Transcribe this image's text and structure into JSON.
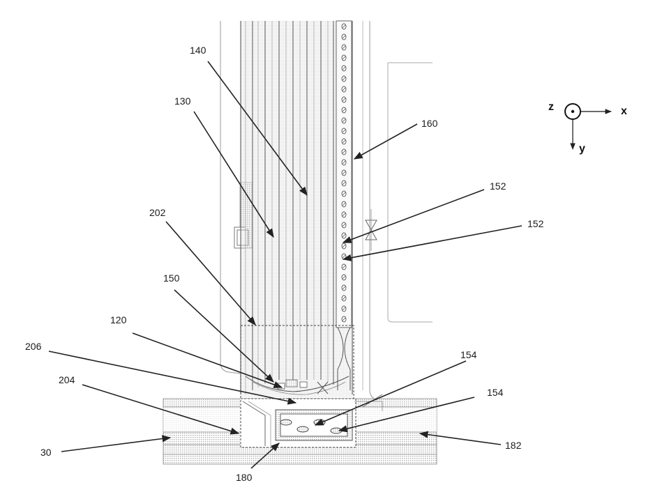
{
  "labels": {
    "l140": "140",
    "l130": "130",
    "l160": "160",
    "l152a": "152",
    "l152b": "152",
    "l202": "202",
    "l150": "150",
    "l120": "120",
    "l206": "206",
    "l204": "204",
    "l154a": "154",
    "l154b": "154",
    "l30": "30",
    "l182": "182",
    "l180": "180"
  },
  "axes": {
    "z": "z",
    "x": "x",
    "y": "y"
  },
  "colors": {
    "line": "#333333",
    "hatch": "#bdbdbd",
    "light": "#9a9a9a"
  }
}
